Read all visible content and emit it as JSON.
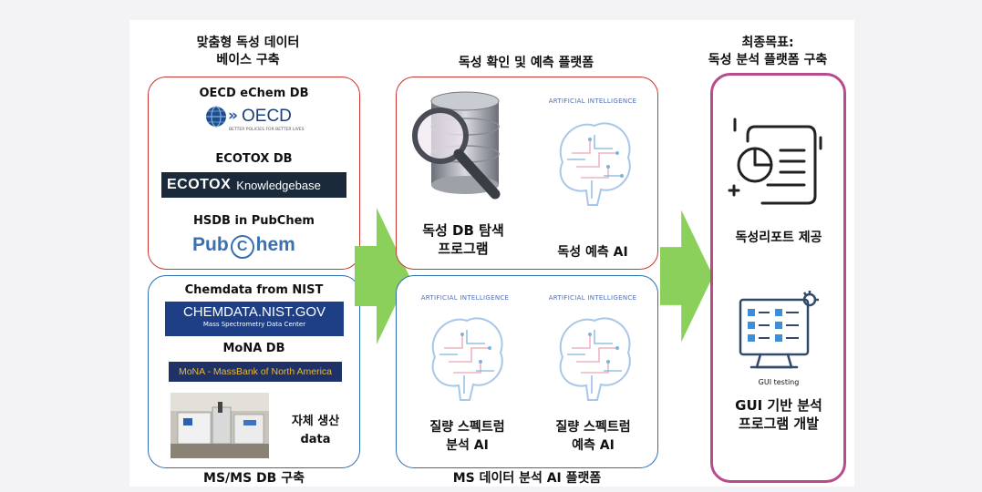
{
  "titles": {
    "left_top": "맞춤형 독성 데이터\n베이스 구축",
    "middle_top": "독성 확인 및 예측 플랫폼",
    "right_top": "최종목표:\n독성 분석 플랫폼 구축",
    "left_bottom": "MS/MS DB 구축",
    "middle_bottom": "MS 데이터 분석 AI 플랫폼"
  },
  "left_red": {
    "oecd_label": "OECD eChem DB",
    "oecd_logo_text": "OECD",
    "oecd_logo_sub": "BETTER POLICIES FOR BETTER LIVES",
    "ecotox_label": "ECOTOX DB",
    "ecotox_logo_bold": "ECOTOX",
    "ecotox_logo_rest": "Knowledgebase",
    "hsdb_label": "HSDB in PubChem",
    "pubchem_pre": "Pub",
    "pubchem_c": "C",
    "pubchem_post": "hem"
  },
  "left_blue": {
    "nist_label": "Chemdata from NIST",
    "nist_logo_main": "CHEMDATA.NIST.GOV",
    "nist_logo_sub": "Mass Spectrometry Data Center",
    "mona_label": "MoNA DB",
    "mona_logo": "MoNA - MassBank of North America",
    "inhouse_label": "자체 생산\ndata"
  },
  "middle_red": {
    "db_caption": "독성 DB 탐색\n프로그램",
    "ai_caption": "독성 예측 AI",
    "ai_banner": "ARTIFICIAL INTELLIGENCE"
  },
  "middle_blue": {
    "left_caption": "질량 스펙트럼\n분석 AI",
    "right_caption": "질량 스펙트럼\n예측 AI",
    "ai_banner": "ARTIFICIAL INTELLIGENCE"
  },
  "right": {
    "report_caption": "독성리포트 제공",
    "gui_label": "GUI testing",
    "gui_caption": "GUI 기반 분석\n프로그램 개발"
  },
  "colors": {
    "red_border": "#c9362e",
    "blue_border": "#2f6fb0",
    "pink_border": "#b84b8b",
    "arrow_green": "#8bd05a"
  }
}
